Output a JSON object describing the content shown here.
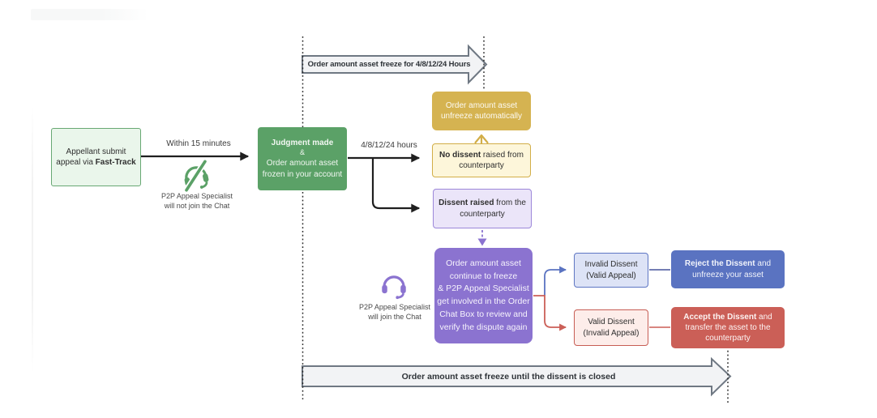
{
  "banners": {
    "top": "Order amount asset freeze for 4/8/12/24 Hours",
    "bottom": "Order amount asset freeze until the dissent is closed"
  },
  "labels": {
    "within_15": "Within 15 minutes",
    "hours": "4/8/12/24 hours",
    "specialist_not_join": "P2P Appeal Specialist\nwill not join the Chat",
    "specialist_join": "P2P Appeal Specialist\nwill join the Chat"
  },
  "nodes": {
    "appellant": {
      "text": "Appellant submit\nappeal via ",
      "bold": "Fast-Track"
    },
    "judgment": {
      "bold": "Judgment made",
      "amp": "&",
      "text": "Order amount asset\nfrozen in your account"
    },
    "unfreeze_auto": {
      "text": "Order amount asset\nunfreeze automatically"
    },
    "no_dissent": {
      "bold": "No dissent",
      "text": " raised from\ncounterparty"
    },
    "dissent_raised": {
      "bold": "Dissent raised",
      "text": " from the\ncounterparty"
    },
    "continue_freeze": {
      "text": "Order amount asset\ncontinue to freeze\n& P2P Appeal Specialist\nget involved in the Order\nChat Box to review and\nverify the dispute again"
    },
    "invalid_dissent": {
      "line1": "Invalid Dissent",
      "line2": "(Valid Appeal)"
    },
    "valid_dissent": {
      "line1": "Valid Dissent",
      "line2": "(Invalid Appeal)"
    },
    "reject": {
      "bold": "Reject the Dissent",
      "text": " and\nunfreeze your asset"
    },
    "accept": {
      "bold": "Accept the Dissent",
      "text": " and\ntransfer the asset to the\ncounterparty"
    }
  },
  "icons": {
    "muted_headset": "headset-muted-icon",
    "headset": "headset-icon"
  },
  "colors": {
    "green_solid": "#5ba167",
    "green_light": "#eaf6eb",
    "green_border": "#68a873",
    "gold_solid": "#d5b351",
    "gold_light": "#fdf6da",
    "gold_border": "#d2ae48",
    "purple_solid": "#8b73d0",
    "purple_light": "#ebe5f9",
    "purple_border": "#9c87d9",
    "blue_solid": "#5a73c1",
    "blue_light": "#dde3f6",
    "blue_border": "#5e76c3",
    "red_solid": "#cb5f57",
    "red_light": "#fdedea",
    "red_border": "#c75d54",
    "banner_fill": "#f2f3f5",
    "banner_border": "#6f7883",
    "connector_black": "#1f1f1f"
  }
}
